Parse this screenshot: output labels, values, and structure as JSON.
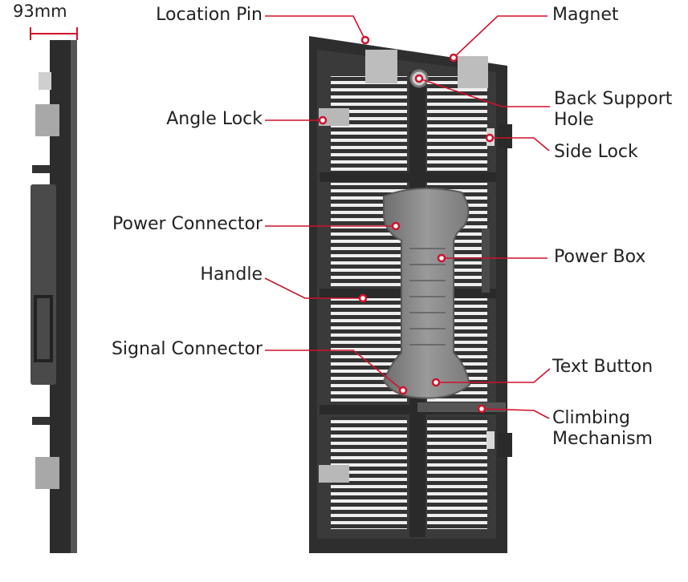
{
  "dimension": {
    "value": "93mm",
    "accent": "#d0112b"
  },
  "labels": {
    "location_pin": "Location Pin",
    "magnet": "Magnet",
    "back_support_hole_1": "Back Support",
    "back_support_hole_2": "Hole",
    "angle_lock": "Angle Lock",
    "side_lock": "Side Lock",
    "power_connector": "Power Connector",
    "power_box": "Power Box",
    "handle": "Handle",
    "signal_connector": "Signal Connector",
    "text_button": "Text Button",
    "climbing_mechanism_1": "Climbing",
    "climbing_mechanism_2": "Mechanism"
  },
  "colors": {
    "leader": "#d0112b",
    "frame": "#3a3a3a",
    "slot": "#f2f2f2",
    "power_box": "#8d8d8d",
    "text": "#222222"
  }
}
